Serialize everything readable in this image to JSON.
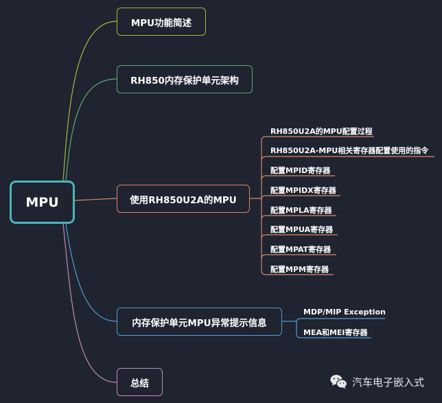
{
  "root": {
    "label": "MPU",
    "color": "#4bb6bb"
  },
  "branches": [
    {
      "label": "MPU功能简述",
      "color": "#a8b83a",
      "children": []
    },
    {
      "label": "RH850内存保护单元架构",
      "color": "#5fa872",
      "children": []
    },
    {
      "label": "使用RH850U2A的MPU",
      "color": "#d9866a",
      "children": [
        "RH850U2A的MPU配置过程",
        "RH850U2A-MPU相关寄存器配置使用的指令",
        "配置MPID寄存器",
        "配置MPIDX寄存器",
        "配置MPLA寄存器",
        "配置MPUA寄存器",
        "配置MPAT寄存器",
        "配置MPM寄存器"
      ]
    },
    {
      "label": "内存保护单元MPU异常提示信息",
      "color": "#4f9fd8",
      "children": [
        "MDP/MIP Exception",
        "MEA和MEI寄存器"
      ]
    },
    {
      "label": "总结",
      "color": "#c48ab8",
      "children": []
    }
  ],
  "watermark": {
    "icon": "wechat-icon",
    "text": "汽车电子嵌入式"
  }
}
